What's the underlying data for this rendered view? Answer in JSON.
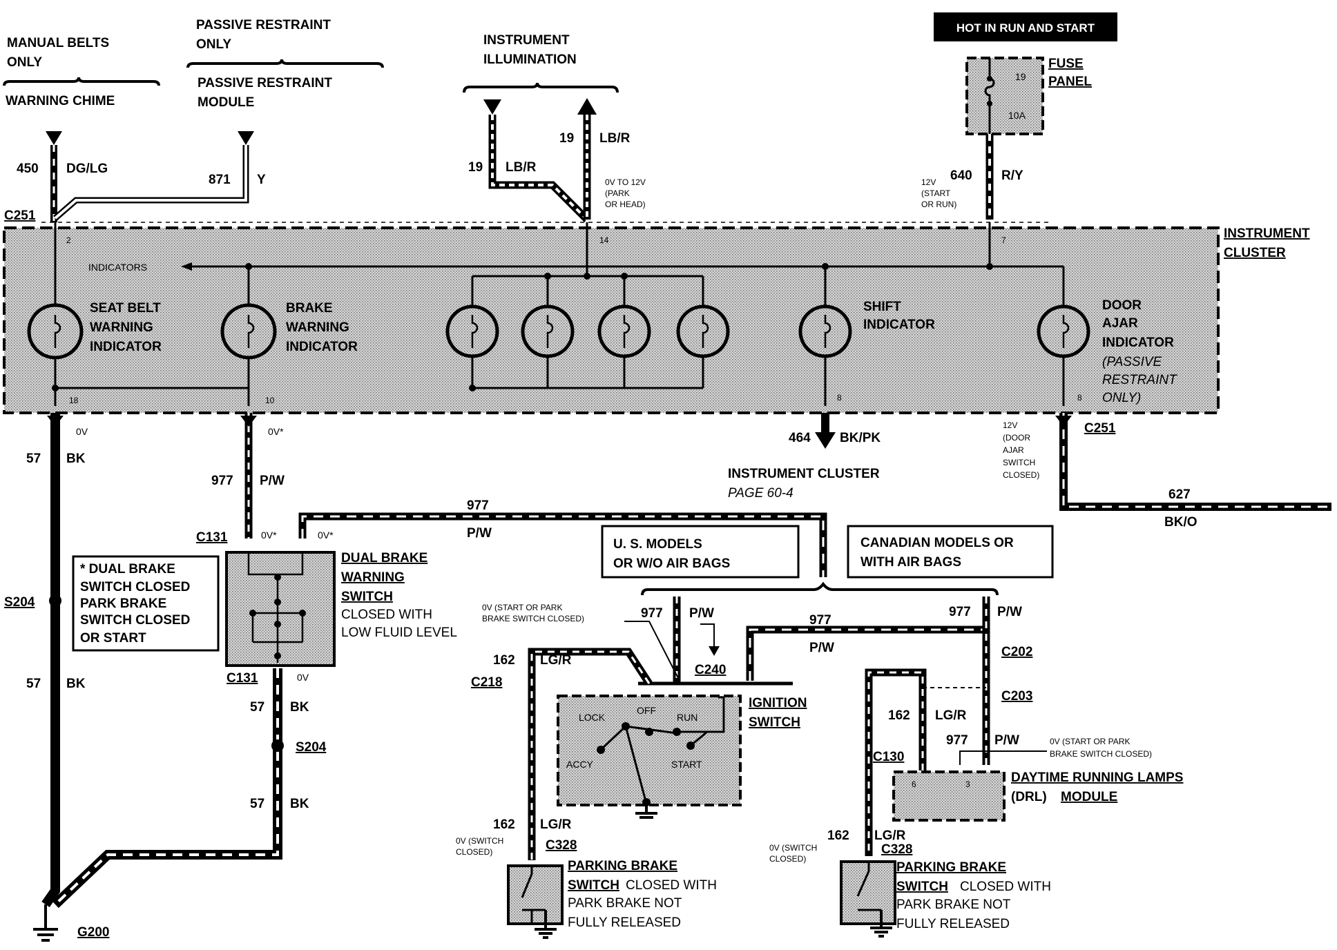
{
  "header": {
    "hot_banner": "HOT IN  RUN  AND  START",
    "fuse_panel": [
      "FUSE",
      "PANEL"
    ],
    "fuse_num": "19",
    "fuse_amp": "10A"
  },
  "top_labels": {
    "manual_belts": [
      "MANUAL BELTS",
      "ONLY"
    ],
    "warning_chime": "WARNING CHIME",
    "passive_restraint_only": [
      "PASSIVE RESTRAINT",
      "ONLY"
    ],
    "passive_restraint_module": [
      "PASSIVE RESTRAINT",
      "MODULE"
    ],
    "instrument_illumination": [
      "INSTRUMENT",
      "ILLUMINATION"
    ]
  },
  "wires": {
    "w450": {
      "num": "450",
      "color": "DG/LG"
    },
    "w871": {
      "num": "871",
      "color": "Y"
    },
    "w19a": {
      "num": "19",
      "color": "LB/R"
    },
    "w19b": {
      "num": "19",
      "color": "LB/R"
    },
    "w640": {
      "num": "640",
      "color": "R/Y"
    },
    "w57a": {
      "num": "57",
      "color": "BK"
    },
    "w57b": {
      "num": "57",
      "color": "BK"
    },
    "w57c": {
      "num": "57",
      "color": "BK"
    },
    "w57d": {
      "num": "57",
      "color": "BK"
    },
    "w977a": {
      "num": "977",
      "color": "P/W"
    },
    "w977b": {
      "num": "977",
      "color": "P/W"
    },
    "w977c": {
      "num": "977",
      "color": "P/W"
    },
    "w977d": {
      "num": "977",
      "color": "P/W"
    },
    "w977e": {
      "num": "977",
      "color": "P/W"
    },
    "w977f": {
      "num": "977",
      "color": "P/W"
    },
    "w464": {
      "num": "464",
      "color": "BK/PK"
    },
    "w627": {
      "num": "627",
      "color": "BK/O"
    },
    "w162a": {
      "num": "162",
      "color": "LG/R"
    },
    "w162b": {
      "num": "162",
      "color": "LG/R"
    },
    "w162c": {
      "num": "162",
      "color": "LG/R"
    },
    "w162d": {
      "num": "162",
      "color": "LG/R"
    }
  },
  "connectors": {
    "c251a": "C251",
    "c251b": "C251",
    "c131a": "C131",
    "c131b": "C131",
    "s204a": "S204",
    "s204b": "S204",
    "c240": "C240",
    "c218": "C218",
    "c202": "C202",
    "c203": "C203",
    "c130": "C130",
    "c328a": "C328",
    "c328b": "C328",
    "g200": "G200"
  },
  "voltages": {
    "v_park_head": [
      "0V TO 12V",
      "(PARK",
      "OR HEAD)"
    ],
    "v_start_run": [
      "12V",
      "(START",
      "OR RUN)"
    ],
    "v_0v_a": "0V",
    "v_0v_star_a": "0V*",
    "v_0v_star_b": "0V*",
    "v_0v_star_c": "0V*",
    "v_0v_b": "0V",
    "v_door": [
      "12V",
      "(DOOR",
      "AJAR",
      "SWITCH",
      "CLOSED)"
    ],
    "v_start_park_a": [
      "0V (START OR PARK",
      "BRAKE SWITCH CLOSED)"
    ],
    "v_start_park_b": [
      "0V (START OR PARK",
      "BRAKE SWITCH CLOSED)"
    ],
    "v_sw_closed_a": [
      "0V (SWITCH",
      "CLOSED)"
    ],
    "v_sw_closed_b": [
      "0V (SWITCH",
      "CLOSED)"
    ]
  },
  "cluster": {
    "title": [
      "INSTRUMENT",
      "CLUSTER"
    ],
    "indicators_label": "INDICATORS",
    "seat_belt": [
      "SEAT BELT",
      "WARNING",
      "INDICATOR"
    ],
    "brake": [
      "BRAKE",
      "WARNING",
      "INDICATOR"
    ],
    "shift": [
      "SHIFT",
      "INDICATOR"
    ],
    "door_ajar": [
      "DOOR",
      "AJAR",
      "INDICATOR",
      "(PASSIVE",
      "RESTRAINT",
      "ONLY)"
    ],
    "pins": {
      "p2": "2",
      "p14": "14",
      "p7": "7",
      "p18": "18",
      "p10": "10",
      "p8a": "8",
      "p8b": "8"
    }
  },
  "components": {
    "instrument_cluster_ref": "INSTRUMENT CLUSTER",
    "page_ref": "PAGE 60-4",
    "dual_brake_note": [
      "* DUAL BRAKE",
      "SWITCH CLOSED",
      "PARK BRAKE",
      "SWITCH CLOSED",
      "OR START"
    ],
    "dual_brake_switch": [
      "DUAL BRAKE",
      "WARNING",
      "SWITCH",
      "CLOSED WITH",
      "LOW FLUID  LEVEL"
    ],
    "us_models": [
      "U. S. MODELS",
      "OR W/O AIR BAGS"
    ],
    "canadian_models": [
      "CANADIAN MODELS OR",
      "WITH AIR BAGS"
    ],
    "ignition_switch": [
      "IGNITION",
      "SWITCH"
    ],
    "ign_positions": {
      "lock": "LOCK",
      "off": "OFF",
      "run": "RUN",
      "accy": "ACCY",
      "start": "START"
    },
    "drl_module": [
      "DAYTIME RUNNING LAMPS",
      "(DRL)",
      "MODULE"
    ],
    "drl_pins": {
      "p6": "6",
      "p3": "3"
    },
    "parking_brake_a": [
      "PARKING BRAKE",
      "SWITCH",
      "CLOSED WITH",
      "PARK BRAKE NOT",
      "FULLY   RELEASED"
    ],
    "parking_brake_b": [
      "PARKING BRAKE",
      "SWITCH",
      "CLOSED WITH",
      "PARK BRAKE NOT",
      "FULLY   RELEASED"
    ]
  }
}
